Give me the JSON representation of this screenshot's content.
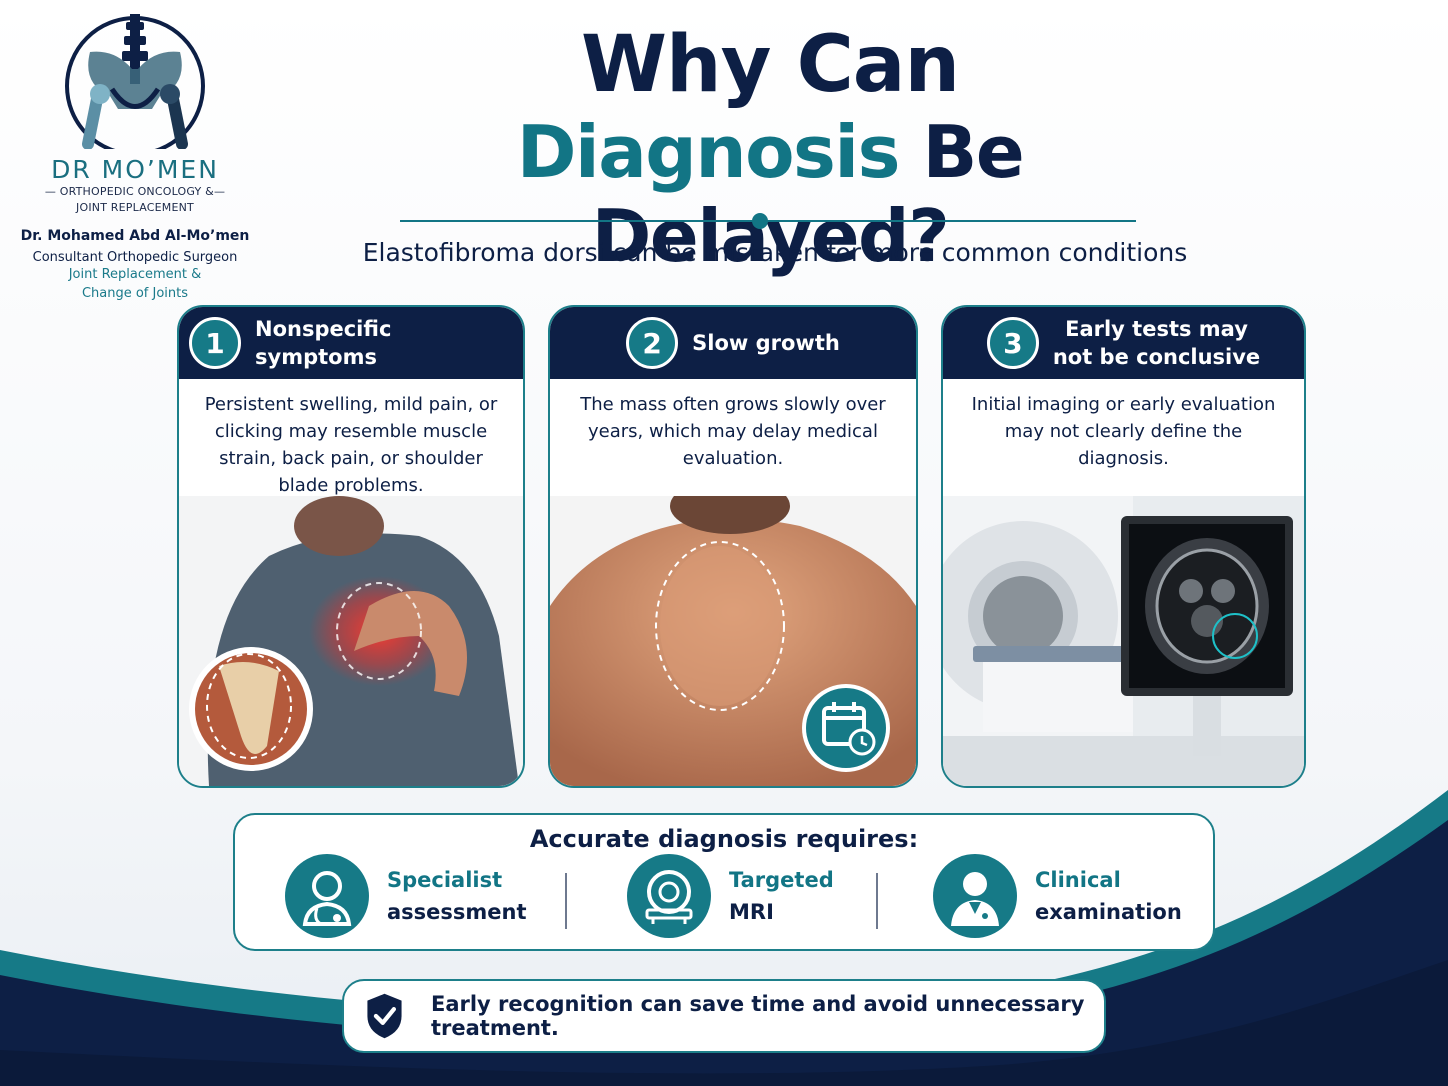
{
  "colors": {
    "navy": "#0d1f45",
    "teal": "#127585",
    "border_teal": "#1d7f8a",
    "pain_red": "#e8302a"
  },
  "logo": {
    "brand": "DR MO’MEN",
    "sub_line1": "— ORTHOPEDIC ONCOLOGY &—",
    "sub_line2": "JOINT REPLACEMENT",
    "doctor_name": "Dr. Mohamed Abd Al-Mo’men",
    "role": "Consultant Orthopedic Surgeon",
    "specialty_line1": "Joint Replacement &",
    "specialty_line2": "Change of Joints",
    "icon": "spine-pelvis-logo-icon"
  },
  "header": {
    "title_line1": "Why Can",
    "title_teal_word": "Diagnosis",
    "title_navy_rest": "Be Delayed?",
    "subtitle": "Elastofibroma dorsi can be mistaken for more common conditions"
  },
  "cards": [
    {
      "number": "1",
      "title": "Nonspecific symptoms",
      "text": "Persistent swelling, mild pain, or clicking may resemble muscle strain, back pain, or shoulder blade problems.",
      "image": "shoulder-pain-illustration"
    },
    {
      "number": "2",
      "title": "Slow growth",
      "text": "The mass often grows slowly over years, which may delay medical evaluation.",
      "image": "back-mass-illustration",
      "icon": "calendar-clock-icon"
    },
    {
      "number": "3",
      "title_line1": "Early tests may",
      "title_line2": "not be conclusive",
      "text": "Initial imaging or early evaluation may not clearly define the diagnosis.",
      "image": "mri-scanner-illustration"
    }
  ],
  "requirements": {
    "title": "Accurate diagnosis requires:",
    "items": [
      {
        "line1": "Specialist",
        "line2": "assessment",
        "icon": "doctor-stethoscope-icon"
      },
      {
        "line1": "Targeted",
        "line2": "MRI",
        "icon": "mri-machine-icon"
      },
      {
        "line1": "Clinical",
        "line2": "examination",
        "icon": "physician-icon"
      }
    ]
  },
  "footer": {
    "message": "Early recognition can save time and avoid unnecessary treatment.",
    "icon": "shield-check-icon"
  }
}
